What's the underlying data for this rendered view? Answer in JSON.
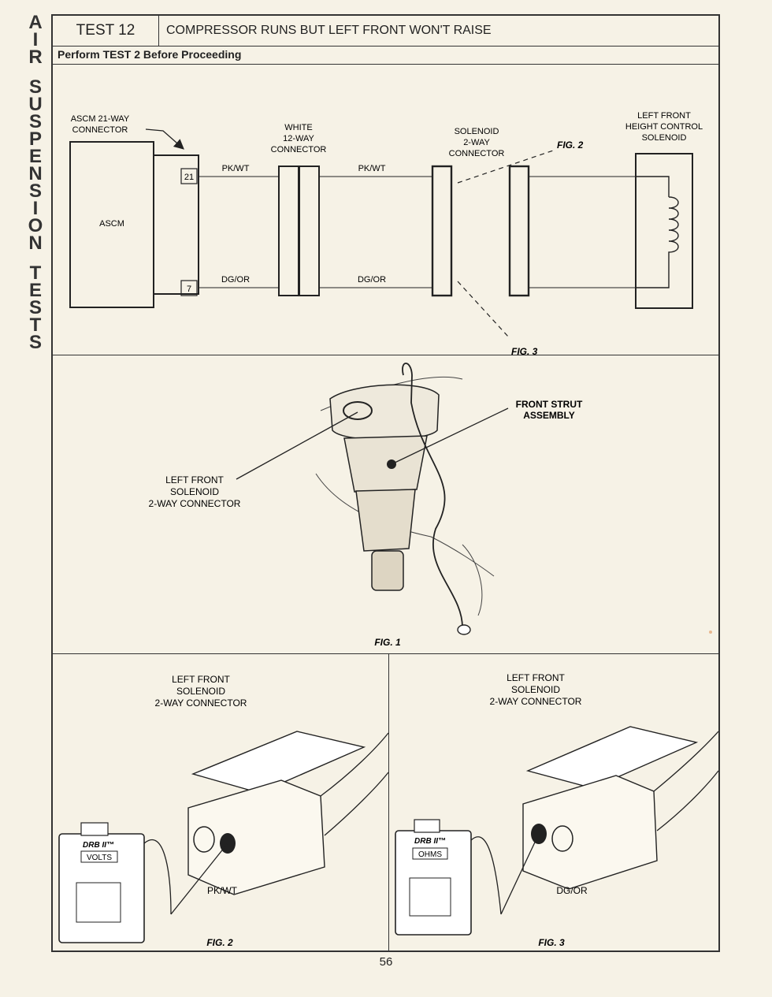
{
  "side_tab": {
    "letters": [
      "A",
      "I",
      "R",
      "",
      "S",
      "U",
      "S",
      "P",
      "E",
      "N",
      "S",
      "I",
      "O",
      "N",
      "",
      "T",
      "E",
      "S",
      "T",
      "S"
    ]
  },
  "header": {
    "test_id": "TEST 12",
    "title": "COMPRESSOR RUNS BUT LEFT FRONT WON'T RAISE",
    "pre_note": "Perform TEST 2 Before Proceeding"
  },
  "schematic": {
    "ascm_connector_label": [
      "ASCM 21-WAY",
      "CONNECTOR"
    ],
    "ascm_label": "ASCM",
    "pin_top": "21",
    "pin_bottom": "7",
    "white_connector_label": [
      "WHITE",
      "12-WAY",
      "CONNECTOR"
    ],
    "solenoid_connector_label": [
      "SOLENOID",
      "2-WAY",
      "CONNECTOR"
    ],
    "solenoid_label": [
      "LEFT FRONT",
      "HEIGHT CONTROL",
      "SOLENOID"
    ],
    "wire_top_1": "PK/WT",
    "wire_top_2": "PK/WT",
    "wire_bottom_1": "DG/OR",
    "wire_bottom_2": "DG/OR",
    "fig2_ref": "FIG. 2",
    "fig3_ref": "FIG. 3"
  },
  "fig1": {
    "connector_label": [
      "LEFT FRONT",
      "SOLENOID",
      "2-WAY CONNECTOR"
    ],
    "strut_label": [
      "FRONT STRUT",
      "ASSEMBLY"
    ],
    "caption": "FIG. 1"
  },
  "fig2": {
    "connector_label": [
      "LEFT FRONT",
      "SOLENOID",
      "2-WAY CONNECTOR"
    ],
    "meter_brand": "DRB II™",
    "meter_mode": "VOLTS",
    "wire_label": "PK/WT",
    "caption": "FIG. 2"
  },
  "fig3": {
    "connector_label": [
      "LEFT FRONT",
      "SOLENOID",
      "2-WAY CONNECTOR"
    ],
    "meter_brand": "DRB II™",
    "meter_mode": "OHMS",
    "wire_label": "DG/OR",
    "caption": "FIG. 3"
  },
  "page_number": "56"
}
